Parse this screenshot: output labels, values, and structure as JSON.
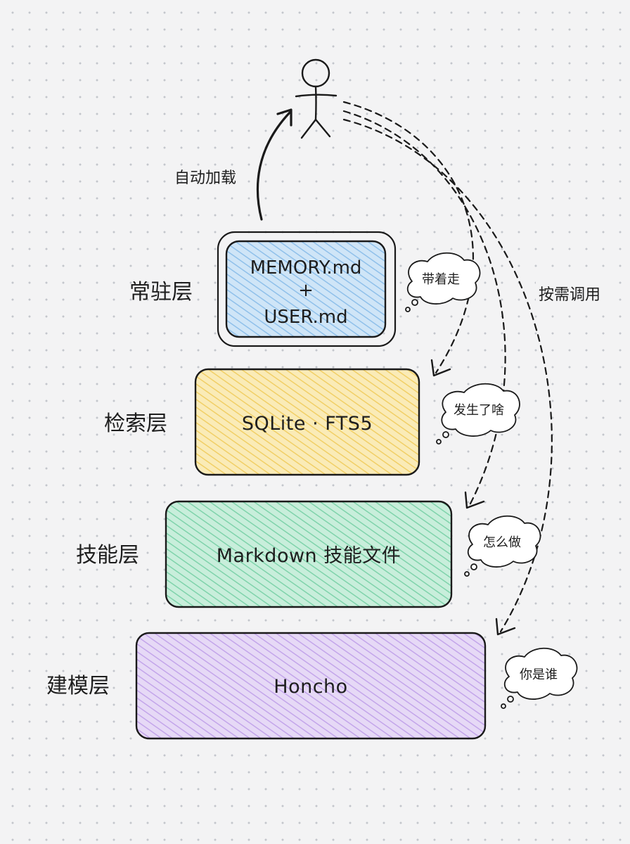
{
  "top_arrow_label": "自动加载",
  "side_arrow_label": "按需调用",
  "colors": {
    "ink": "#1a1a1a",
    "background": "#f3f3f4",
    "resident_fill": "#b9d9f2",
    "retrieval_fill": "#f6df95",
    "skill_fill": "#a9e3c8",
    "modeling_fill": "#d6c0ef"
  },
  "layers": [
    {
      "id": "resident",
      "label": "常驻层",
      "line1": "MEMORY.md",
      "line2": "+",
      "line3": "USER.md",
      "thought": "带着走"
    },
    {
      "id": "retrieval",
      "label": "检索层",
      "content": "SQLite · FTS5",
      "thought": "发生了啥"
    },
    {
      "id": "skill",
      "label": "技能层",
      "content": "Markdown 技能文件",
      "thought": "怎么做"
    },
    {
      "id": "modeling",
      "label": "建模层",
      "content": "Honcho",
      "thought": "你是谁"
    }
  ],
  "icons": [
    "stick-figure-icon",
    "thought-bubble-icon"
  ]
}
